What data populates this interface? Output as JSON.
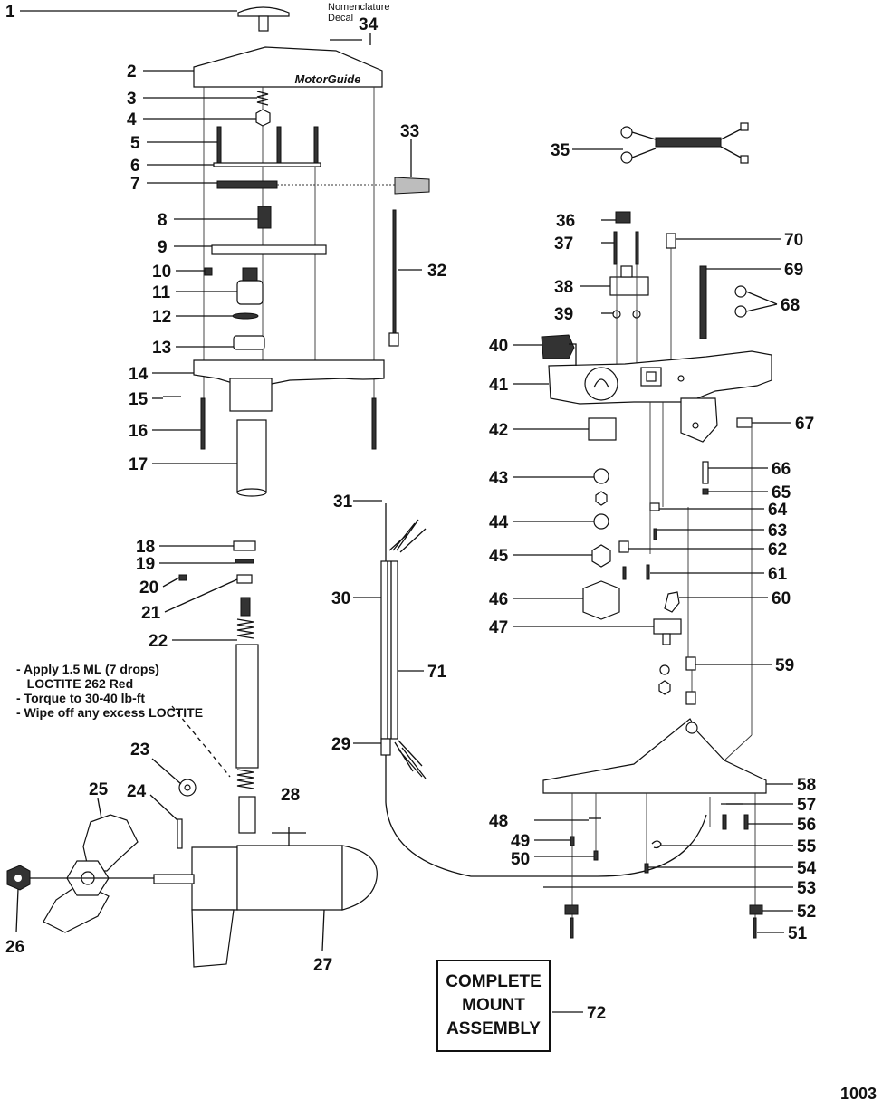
{
  "callouts": {
    "n1": "1",
    "n2": "2",
    "n3": "3",
    "n4": "4",
    "n5": "5",
    "n6": "6",
    "n7": "7",
    "n8": "8",
    "n9": "9",
    "n10": "10",
    "n11": "11",
    "n12": "12",
    "n13": "13",
    "n14": "14",
    "n15": "15",
    "n16": "16",
    "n17": "17",
    "n18": "18",
    "n19": "19",
    "n20": "20",
    "n21": "21",
    "n22": "22",
    "n23": "23",
    "n24": "24",
    "n25": "25",
    "n26": "26",
    "n27": "27",
    "n28": "28",
    "n29": "29",
    "n30": "30",
    "n31": "31",
    "n32": "32",
    "n33": "33",
    "n34": "34",
    "n35": "35",
    "n36": "36",
    "n37": "37",
    "n38": "38",
    "n39": "39",
    "n40": "40",
    "n41": "41",
    "n42": "42",
    "n43": "43",
    "n44": "44",
    "n45": "45",
    "n46": "46",
    "n47": "47",
    "n48": "48",
    "n49": "49",
    "n50": "50",
    "n51": "51",
    "n52": "52",
    "n53": "53",
    "n54": "54",
    "n55": "55",
    "n56": "56",
    "n57": "57",
    "n58": "58",
    "n59": "59",
    "n60": "60",
    "n61": "61",
    "n62": "62",
    "n63": "63",
    "n64": "64",
    "n65": "65",
    "n66": "66",
    "n67": "67",
    "n68": "68",
    "n69": "69",
    "n70": "70",
    "n71": "71",
    "n72": "72"
  },
  "nomenclature_label": {
    "line1": "Nomenclature",
    "line2": "Decal"
  },
  "brand_logo": "MotorGuide",
  "assembly_note": "- Apply 1.5 ML (7 drops)\n   LOCTITE 262 Red\n- Torque to 30-40 lb-ft\n- Wipe off any excess LOCTITE",
  "complete_mount_box": "COMPLETE\nMOUNT\nASSEMBLY",
  "page_number": "1003"
}
